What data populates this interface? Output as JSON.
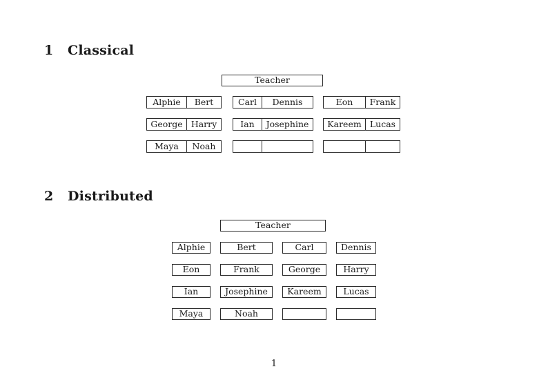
{
  "page": {
    "number": "1"
  },
  "classical": {
    "heading": {
      "number": "1",
      "title": "Classical"
    },
    "teacher_label": "Teacher",
    "rows": [
      {
        "desks": [
          {
            "left": "Alphie",
            "right": "Bert"
          },
          {
            "left": "Carl",
            "right": "Dennis"
          },
          {
            "left": "Eon",
            "right": "Frank"
          }
        ]
      },
      {
        "desks": [
          {
            "left": "George",
            "right": "Harry"
          },
          {
            "left": "Ian",
            "right": "Josephine"
          },
          {
            "left": "Kareem",
            "right": "Lucas"
          }
        ]
      },
      {
        "desks": [
          {
            "left": "Maya",
            "right": "Noah"
          },
          {
            "left": "",
            "right": ""
          },
          {
            "left": "",
            "right": ""
          }
        ]
      }
    ]
  },
  "distributed": {
    "heading": {
      "number": "2",
      "title": "Distributed"
    },
    "teacher_label": "Teacher",
    "rows": [
      {
        "seats": [
          "Alphie",
          "Bert",
          "Carl",
          "Dennis"
        ]
      },
      {
        "seats": [
          "Eon",
          "Frank",
          "George",
          "Harry"
        ]
      },
      {
        "seats": [
          "Ian",
          "Josephine",
          "Kareem",
          "Lucas"
        ]
      },
      {
        "seats": [
          "Maya",
          "Noah",
          "",
          ""
        ]
      }
    ]
  }
}
